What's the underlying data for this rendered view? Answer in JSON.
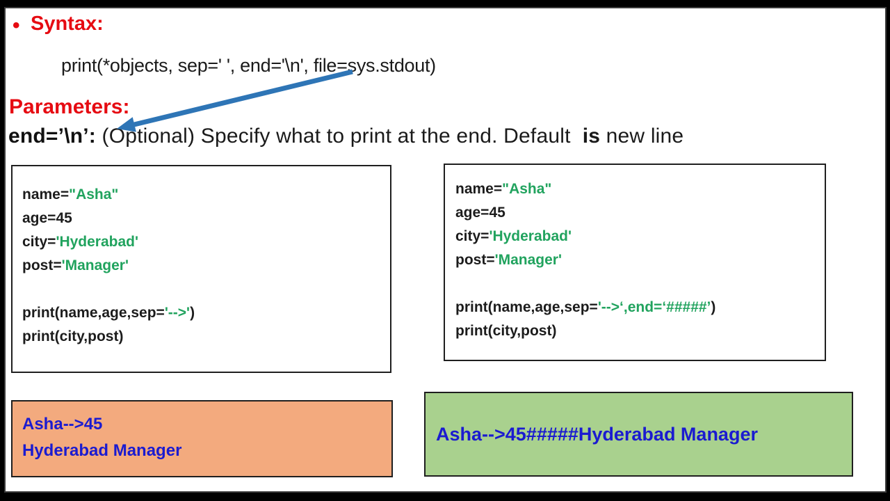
{
  "colors": {
    "heading_red": "#e60b12",
    "code_green": "#21a35e",
    "code_black": "#1c1c1c",
    "output_blue": "#1b1bd0",
    "arrow_blue": "#2e75b6",
    "output_left_bg": "#f3aa7e",
    "output_right_bg": "#a9d18e",
    "slide_bg": "#ffffff",
    "page_bg": "#000000"
  },
  "header": {
    "bullet": "•",
    "syntax_label": "Syntax:",
    "syntax_line": "print(*objects, sep=' ', end='\\n', file=sys.stdout)",
    "parameters_label": "Parameters:",
    "end_term": "end=’\\n’:",
    "end_desc_1": " (Optional) Specify what to print at the end. Default  ",
    "end_desc_bold": "is",
    "end_desc_2": " new line"
  },
  "code_box_left": {
    "lines": [
      [
        {
          "t": "name=",
          "c": "k"
        },
        {
          "t": "\"Asha\"",
          "c": "g"
        }
      ],
      [
        {
          "t": "age=45",
          "c": "k"
        }
      ],
      [
        {
          "t": "city=",
          "c": "k"
        },
        {
          "t": "'Hyderabad'",
          "c": "g"
        }
      ],
      [
        {
          "t": "post=",
          "c": "k"
        },
        {
          "t": "'Manager'",
          "c": "g"
        }
      ],
      [],
      [
        {
          "t": "print(name,age,sep=",
          "c": "k"
        },
        {
          "t": "'-->'",
          "c": "g"
        },
        {
          "t": ")",
          "c": "k"
        }
      ],
      [
        {
          "t": "print(city,post)",
          "c": "k"
        }
      ]
    ]
  },
  "code_box_right": {
    "lines": [
      [
        {
          "t": "name=",
          "c": "k"
        },
        {
          "t": "\"Asha\"",
          "c": "g"
        }
      ],
      [
        {
          "t": "age=45",
          "c": "k"
        }
      ],
      [
        {
          "t": "city=",
          "c": "k"
        },
        {
          "t": "'Hyderabad'",
          "c": "g"
        }
      ],
      [
        {
          "t": "post=",
          "c": "k"
        },
        {
          "t": "'Manager'",
          "c": "g"
        }
      ],
      [],
      [
        {
          "t": "print(name,age,sep=",
          "c": "k"
        },
        {
          "t": "'-->‘,end=‘#####’",
          "c": "g"
        },
        {
          "t": ")",
          "c": "k"
        }
      ],
      [
        {
          "t": "print(city,post)",
          "c": "k"
        }
      ]
    ]
  },
  "output_box_left": {
    "lines": [
      "Asha-->45",
      "Hyderabad Manager"
    ]
  },
  "output_box_right": {
    "lines": [
      "Asha-->45#####Hyderabad Manager"
    ]
  }
}
